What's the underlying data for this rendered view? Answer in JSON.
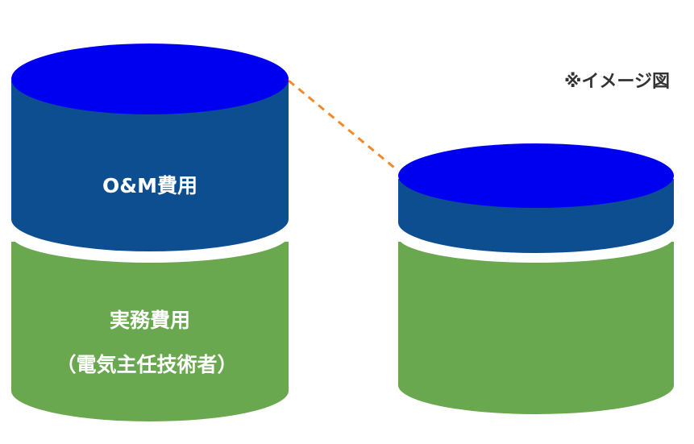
{
  "note": "※イメージ図",
  "left_cylinder": {
    "top_segment_label": "O&M費用",
    "bottom_segment_label_line1": "実務費用",
    "bottom_segment_label_line2": "（電気主任技術者）"
  },
  "colors": {
    "cap_blue": "#0000F0",
    "segment_navy": "#0C4E8F",
    "segment_green": "#69A84F",
    "connector_orange": "#F08A2C",
    "label_white": "#FFFFFF",
    "note_text": "#333333"
  }
}
